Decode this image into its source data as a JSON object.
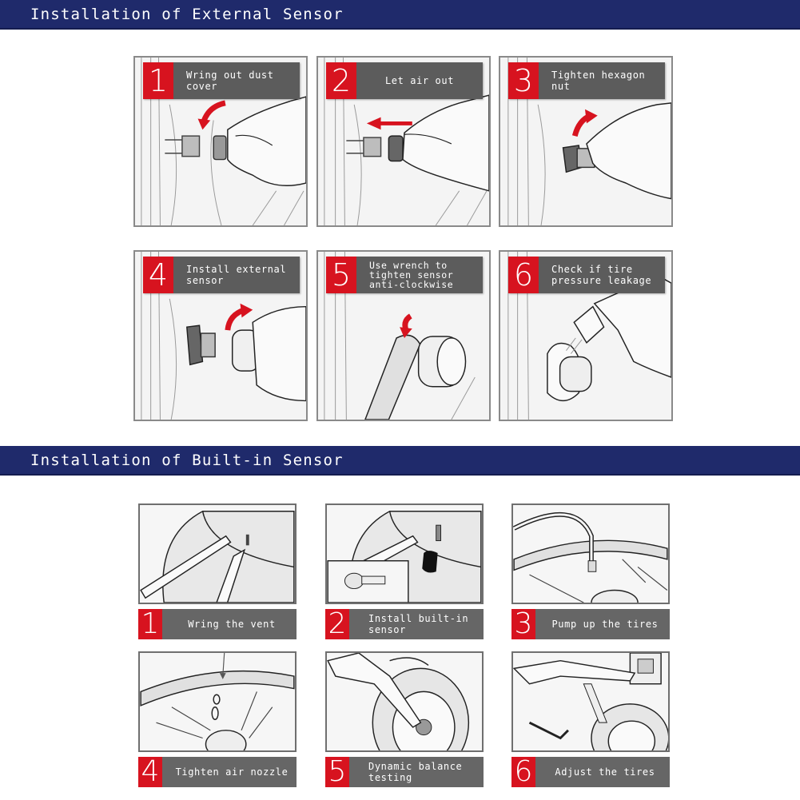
{
  "external_section": {
    "title": "Installation of External Sensor",
    "steps": [
      {
        "number": "1",
        "text": "Wring out dust\ncover",
        "icon": "arrow-curved-left-icon"
      },
      {
        "number": "2",
        "text": "Let air out",
        "icon": "arrow-left-icon"
      },
      {
        "number": "3",
        "text": "Tighten hexagon\nnut",
        "icon": "arrow-curved-up-icon"
      },
      {
        "number": "4",
        "text": "Install external\nsensor",
        "icon": "arrow-curved-up-icon"
      },
      {
        "number": "5",
        "text": "Use wrench to\ntighten sensor\nanti-clockwise",
        "icon": "arrow-curved-down-icon"
      },
      {
        "number": "6",
        "text": "Check if tire\npressure leakage",
        "icon": "spray-bottle-icon"
      }
    ]
  },
  "builtin_section": {
    "title": "Installation of Built-in Sensor",
    "steps": [
      {
        "number": "1",
        "text": "Wring the vent"
      },
      {
        "number": "2",
        "text": "Install built-in\nsensor"
      },
      {
        "number": "3",
        "text": "Pump up the tires"
      },
      {
        "number": "4",
        "text": "Tighten air nozzle"
      },
      {
        "number": "5",
        "text": "Dynamic balance\ntesting"
      },
      {
        "number": "6",
        "text": "Adjust the tires"
      }
    ]
  },
  "colors": {
    "header_bg": "#1f2a6b",
    "number_red": "#d7131f",
    "label_gray": "#5c5c5c",
    "arrow_red": "#d7131f"
  }
}
